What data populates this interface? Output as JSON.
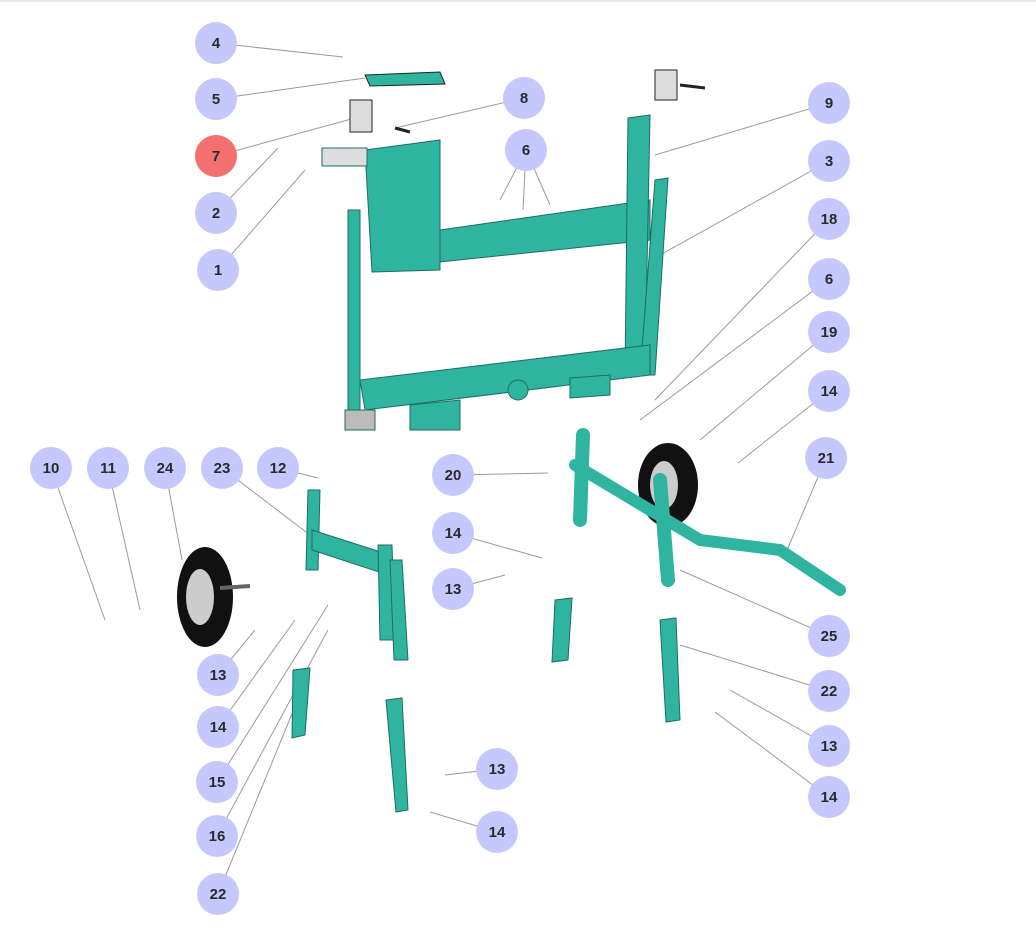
{
  "diagram_title": "",
  "colors": {
    "callout": "#c5c8fd",
    "callout_active": "#f47070",
    "part": "#2fb4a0",
    "leader": "#9a9a9a"
  },
  "active_callout": "7",
  "callouts": [
    {
      "label": "4"
    },
    {
      "label": "5"
    },
    {
      "label": "7"
    },
    {
      "label": "2"
    },
    {
      "label": "1"
    },
    {
      "label": "8"
    },
    {
      "label": "6"
    },
    {
      "label": "9"
    },
    {
      "label": "3"
    },
    {
      "label": "18"
    },
    {
      "label": "6"
    },
    {
      "label": "19"
    },
    {
      "label": "14"
    },
    {
      "label": "21"
    },
    {
      "label": "25"
    },
    {
      "label": "22"
    },
    {
      "label": "13"
    },
    {
      "label": "14"
    },
    {
      "label": "10"
    },
    {
      "label": "11"
    },
    {
      "label": "24"
    },
    {
      "label": "23"
    },
    {
      "label": "12"
    },
    {
      "label": "20"
    },
    {
      "label": "14"
    },
    {
      "label": "13"
    },
    {
      "label": "13"
    },
    {
      "label": "14"
    },
    {
      "label": "15"
    },
    {
      "label": "16"
    },
    {
      "label": "22"
    },
    {
      "label": "13"
    },
    {
      "label": "14"
    }
  ]
}
